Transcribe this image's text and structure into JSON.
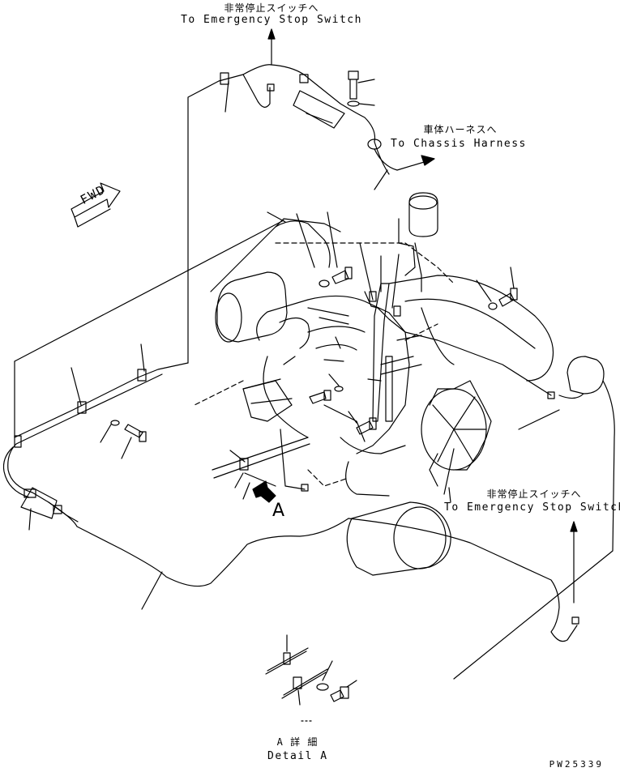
{
  "labels": {
    "top_jp": "非常停止スイッチへ",
    "top_en": "To Emergency Stop Switch",
    "chassis_jp": "車体ハーネスへ",
    "chassis_en": "To Chassis Harness",
    "right_jp": "非常停止スイッチへ",
    "right_en": "To Emergency Stop Switch",
    "view_letter": "A",
    "detail_jp": "A 詳 細",
    "detail_en": "Detail A",
    "forward": "FWD",
    "drawing_code": "PW25339"
  }
}
